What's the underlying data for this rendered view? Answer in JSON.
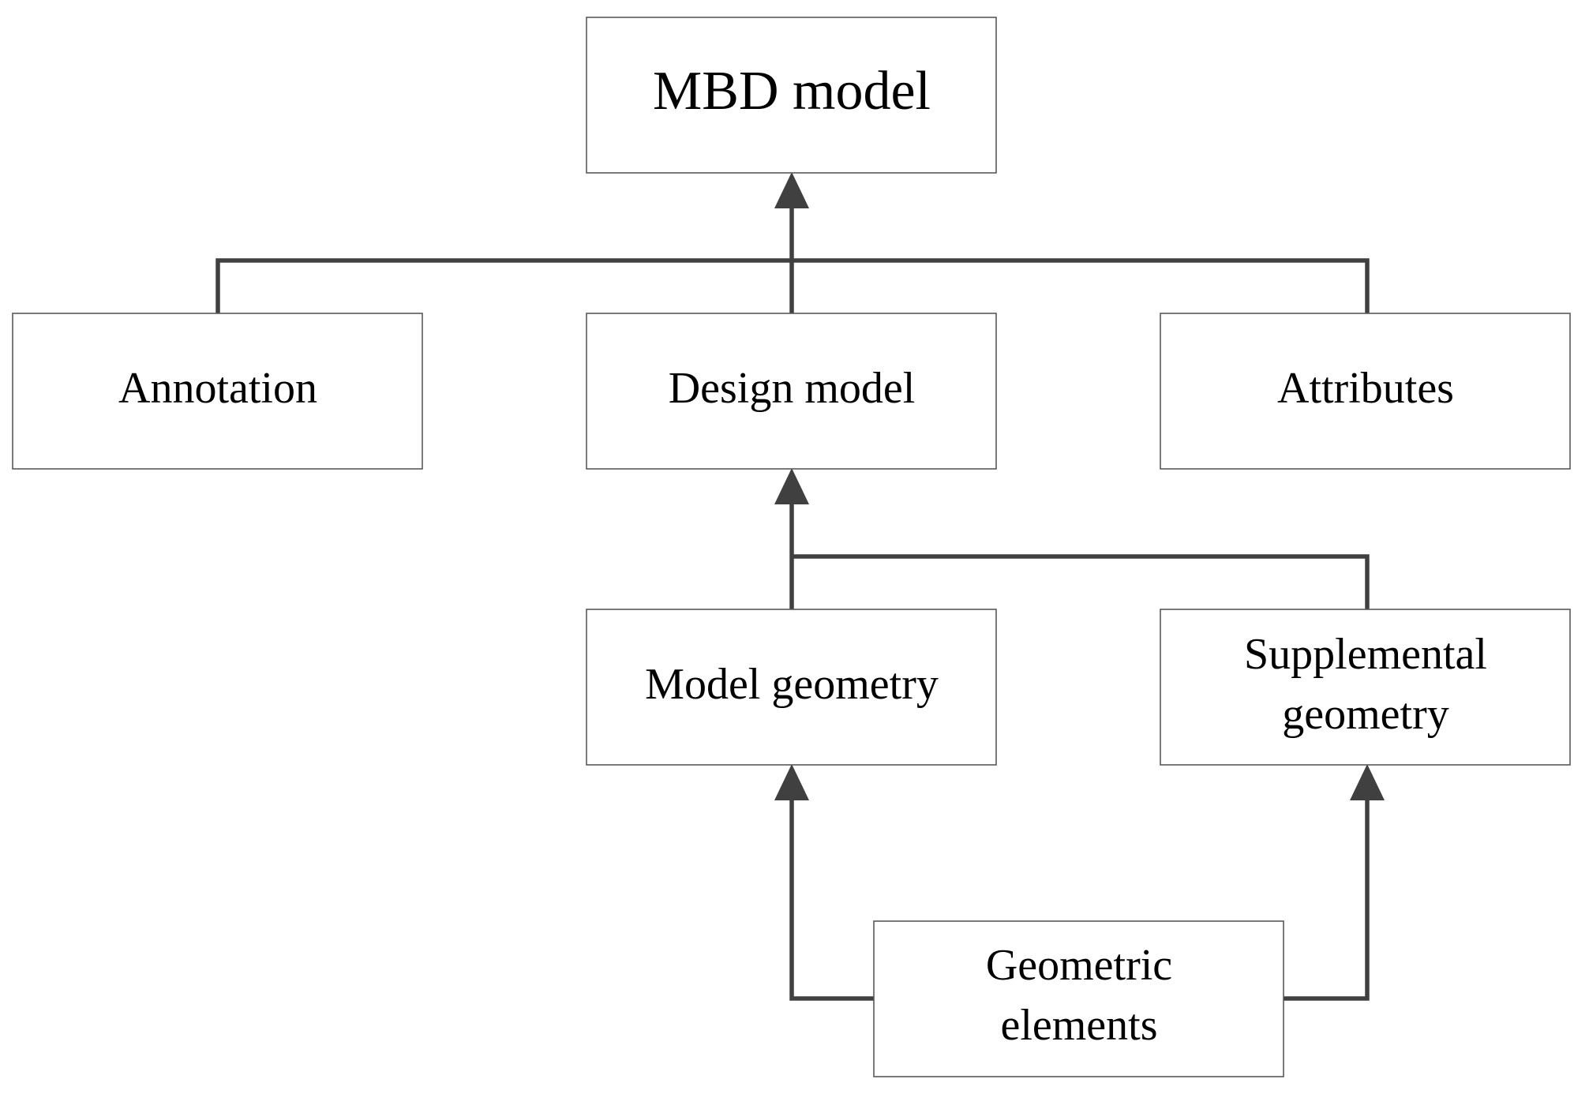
{
  "nodes": {
    "mbd_model": {
      "lines": [
        "MBD model"
      ]
    },
    "annotation": {
      "lines": [
        "Annotation"
      ]
    },
    "design_model": {
      "lines": [
        "Design model"
      ]
    },
    "attributes": {
      "lines": [
        "Attributes"
      ]
    },
    "model_geometry": {
      "lines": [
        "Model geometry"
      ]
    },
    "supplemental_geometry": {
      "lines": [
        "Supplemental",
        "geometry"
      ]
    },
    "geometric_elements": {
      "lines": [
        "Geometric",
        "elements"
      ]
    }
  },
  "edges": [
    {
      "from": [
        "annotation",
        "design_model",
        "attributes"
      ],
      "to": "mbd_model"
    },
    {
      "from": [
        "model_geometry",
        "supplemental_geometry"
      ],
      "to": "design_model"
    },
    {
      "from": [
        "geometric_elements"
      ],
      "to": "model_geometry"
    },
    {
      "from": [
        "geometric_elements"
      ],
      "to": "supplemental_geometry"
    }
  ],
  "colors": {
    "box_border": "#595959",
    "connector": "#404040",
    "text": "#000000",
    "background": "#ffffff"
  }
}
